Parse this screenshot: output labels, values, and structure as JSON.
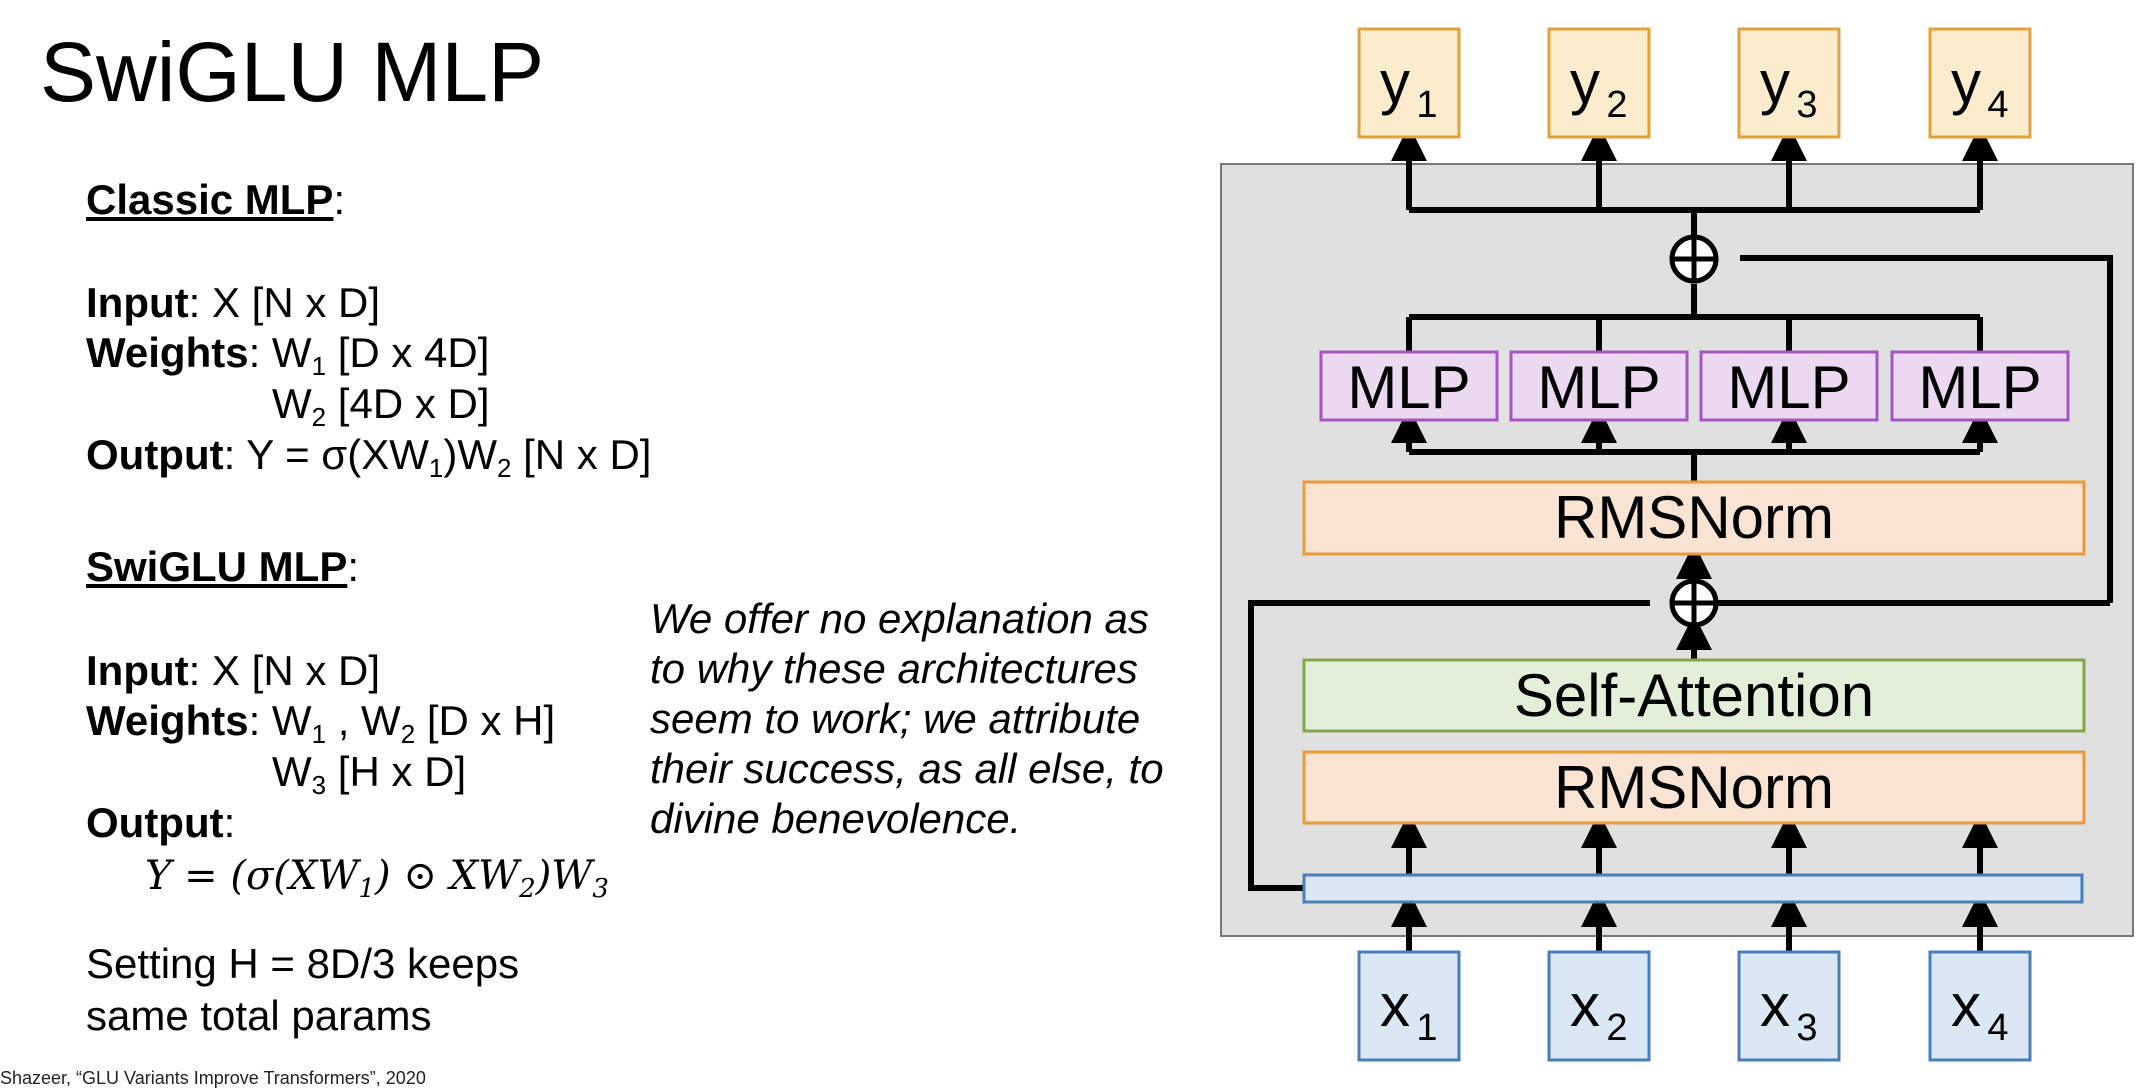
{
  "title": "SwiGLU MLP",
  "classic": {
    "header": "Classic MLP",
    "colon": ":",
    "input_label": "Input",
    "input_value": ": X [N x D]",
    "weights_label": "Weights",
    "weights_value_pre": ": W",
    "weights_value_sub": "1",
    "weights_value_post": " [D x 4D]",
    "w2_pre": "W",
    "w2_sub": "2",
    "w2_post": " [4D x D]",
    "output_label": "Output",
    "output_value_a": ": Y = σ(XW",
    "output_sub_1": "1",
    "output_value_b": ")W",
    "output_sub_2": "2",
    "output_value_c": " [N x D]"
  },
  "swiglu": {
    "header": "SwiGLU MLP",
    "colon": ":",
    "input_label": "Input",
    "input_value": ": X [N x D]",
    "weights_label": "Weights",
    "weights_pre": ": W",
    "weights_sub_1": "1",
    "weights_mid": " , W",
    "weights_sub_2": "2",
    "weights_post": " [D x H]",
    "w3_pre": "W",
    "w3_sub": "3",
    "w3_post": " [H x D]",
    "output_label": "Output",
    "output_colon": ":",
    "formula_a": "Y = (σ(XW",
    "formula_sub_1": "1",
    "formula_b": ") ⊙ XW",
    "formula_sub_2": "2",
    "formula_c": ")W",
    "formula_sub_3": "3",
    "note_line1": "Setting H = 8D/3 keeps",
    "note_line2": "same total params"
  },
  "quote": "We offer no explanation as to why these architectures seem to work; we attribute their success, as all else, to divine benevolence.",
  "citation": "Shazeer, “GLU Variants Improve Transformers”, 2020",
  "diagram": {
    "outputs": [
      {
        "base": "y",
        "sub": "1"
      },
      {
        "base": "y",
        "sub": "2"
      },
      {
        "base": "y",
        "sub": "3"
      },
      {
        "base": "y",
        "sub": "4"
      }
    ],
    "inputs": [
      {
        "base": "x",
        "sub": "1"
      },
      {
        "base": "x",
        "sub": "2"
      },
      {
        "base": "x",
        "sub": "3"
      },
      {
        "base": "x",
        "sub": "4"
      }
    ],
    "mlp_labels": [
      "MLP",
      "MLP",
      "MLP",
      "MLP"
    ],
    "rmsnorm_top_label": "RMSNorm",
    "self_attention_label": "Self-Attention",
    "rmsnorm_bottom_label": "RMSNorm",
    "plus_symbol": "+",
    "colors": {
      "block_background": "#e0e0e0",
      "io_fill_output": "#fbeccd",
      "io_stroke_output": "#e1a23c",
      "io_fill_input": "#dae7f4",
      "io_stroke_input": "#4a7ebb",
      "mlp_fill": "#ebd9f2",
      "mlp_stroke": "#a656c4",
      "norm_fill": "#f9e3d3",
      "norm_stroke": "#eb9a37",
      "attn_fill": "#e4efd9",
      "attn_stroke": "#7fa84a"
    }
  }
}
